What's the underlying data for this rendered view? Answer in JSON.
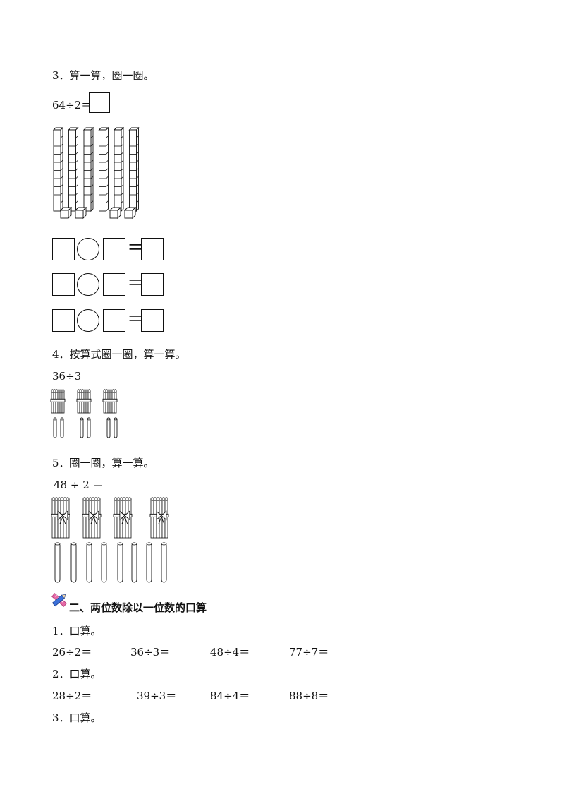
{
  "q3": {
    "title": "3．算一算，圈一圈。",
    "equation": "64÷2＝"
  },
  "q3_rows": [
    {
      "op": "＝"
    },
    {
      "op": "＝"
    },
    {
      "op": "＝"
    }
  ],
  "q4": {
    "title": "4．按算式圈一圈，算一算。",
    "equation": "36÷3"
  },
  "q5": {
    "title": "5．圈一圈，算一算。",
    "equation": "48 ÷ 2 ＝"
  },
  "section2": {
    "icon": "pencil-ruler-icon",
    "heading": "二、两位数除以一位数的口算",
    "p1": {
      "title": "1．口算。",
      "items": [
        "26÷2＝",
        "36÷3＝",
        "48÷4＝",
        "77÷7＝"
      ]
    },
    "p2": {
      "title": "2．口算。",
      "items": [
        "28÷2＝",
        "39÷3＝",
        "84÷4＝",
        "88÷8＝"
      ]
    },
    "p3": {
      "title": "3．口算。"
    }
  },
  "colors": {
    "ink": "#111111",
    "icon_blue": "#3a6fd8",
    "icon_pink": "#e56aa6"
  }
}
